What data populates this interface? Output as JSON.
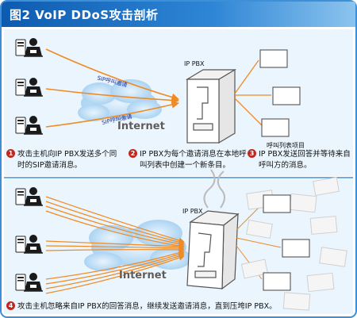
{
  "figure": {
    "title": "图2 VoIP  DDoS攻击剖析",
    "colors": {
      "header_blue": "#1c6fc4",
      "frame_blue": "#3d8fd8",
      "panel_blue": "#dbeefb",
      "arrow_orange": "#f08a24",
      "step_red": "#c0281f"
    }
  },
  "top_panel": {
    "pbx_label": "IP PBX",
    "call_list_label": "呼叫列表项目",
    "sip_labels": [
      "SIP呼叫邀请",
      "SIP呼叫邀请"
    ],
    "internet_label": "Internet"
  },
  "steps": [
    {
      "num": "1",
      "text": "攻击主机向IP  PBX发送多个同时的SIP邀请消息。"
    },
    {
      "num": "2",
      "text": "IP PBX为每个邀请消息在本地呼叫列表中创建一个新条目。"
    },
    {
      "num": "3",
      "text": "IP PBX发送回答并等待来自呼叫方的消息。"
    }
  ],
  "bottom_panel": {
    "pbx_label": "IP PBX",
    "internet_label": "Internet"
  },
  "step4": {
    "num": "4",
    "text": "攻击主机忽略来自IP PBX的回答消息，继续发送邀请消息，直到压垮IP PBX。"
  }
}
